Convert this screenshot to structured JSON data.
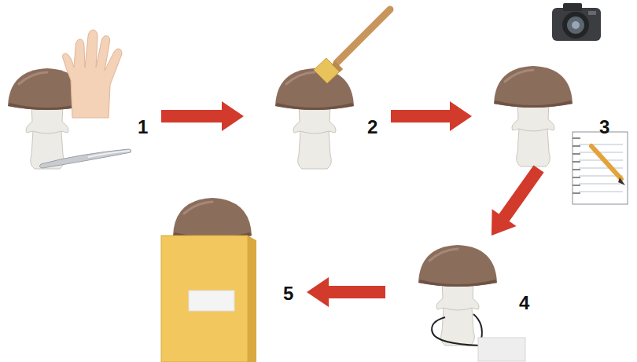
{
  "diagram": {
    "nodes": [
      {
        "text": [
          "1"
        ]
      },
      {
        "text": [
          "2"
        ]
      },
      {
        "text": [
          "3"
        ]
      },
      {
        "text": [
          "4"
        ]
      },
      {
        "text": [
          "5"
        ]
      }
    ],
    "edges": [
      {
        "from": 0,
        "to": 1,
        "arrow": "to"
      },
      {
        "from": 1,
        "to": 2,
        "arrow": "to"
      },
      {
        "from": 2,
        "to": 3,
        "arrow": "to"
      },
      {
        "from": 3,
        "to": 4,
        "arrow": "to"
      }
    ]
  }
}
